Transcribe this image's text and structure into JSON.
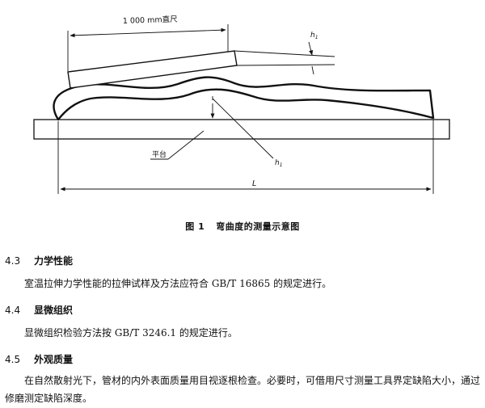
{
  "figure": {
    "ruler_label": "1 000 mm直尺",
    "platform_label": "平台",
    "h1_label": "h",
    "h1_sub": "1",
    "L_label": "L",
    "caption_number": "图 1",
    "caption_text": "弯曲度的测量示意图"
  },
  "sections": [
    {
      "number": "4.3",
      "title": "力学性能",
      "body": "室温拉伸力学性能的拉伸试样及方法应符合 GB/T 16865 的规定进行。"
    },
    {
      "number": "4.4",
      "title": "显微组织",
      "body": "显微组织检验方法按 GB/T 3246.1 的规定进行。"
    },
    {
      "number": "4.5",
      "title": "外观质量",
      "body": "在自然散射光下，管材的内外表面质量用目视逐根检查。必要时，可借用尺寸测量工具界定缺陷大小，通过修磨测定缺陷深度。"
    }
  ]
}
